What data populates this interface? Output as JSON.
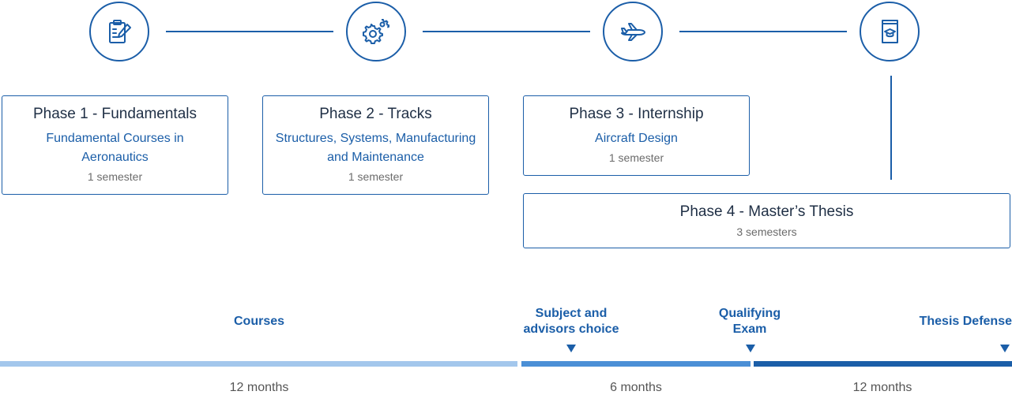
{
  "phases": [
    {
      "title": "Phase 1 - Fundamentals",
      "subtitle": "Fundamental Courses in Aeronautics",
      "duration": "1 semester"
    },
    {
      "title": "Phase 2 - Tracks",
      "subtitle": "Structures, Systems, Manufacturing and Maintenance",
      "duration": "1 semester"
    },
    {
      "title": "Phase 3 - Internship",
      "subtitle": "Aircraft Design",
      "duration": "1 semester"
    },
    {
      "title": "Phase 4 - Master’s Thesis",
      "duration": "3 semesters"
    }
  ],
  "icons": [
    "clipboard-pencil-icon",
    "gears-icon",
    "airplane-icon",
    "graduation-book-icon"
  ],
  "timeline": {
    "courses": "Courses",
    "milestones": [
      {
        "label": "Subject and advisors choice"
      },
      {
        "label": "Qualifying Exam"
      },
      {
        "label": "Thesis Defense"
      }
    ],
    "segments": [
      {
        "duration": "12 months",
        "color": "#a3c7ec"
      },
      {
        "duration": "6 months",
        "color": "#4b8fd6"
      },
      {
        "duration": "12 months",
        "color": "#1b5ea8"
      }
    ]
  },
  "colors": {
    "accent": "#1b5ea8",
    "text": "#1f2f45"
  }
}
